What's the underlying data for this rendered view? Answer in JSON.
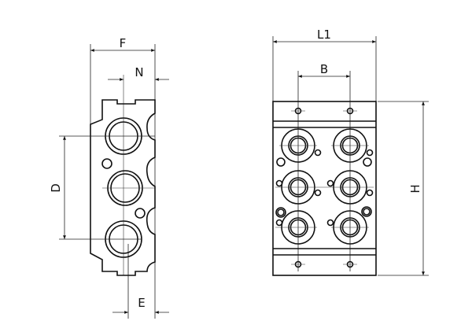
{
  "labels": {
    "F": "F",
    "N": "N",
    "D": "D",
    "E": "E",
    "L1": "L1",
    "B": "B",
    "H": "H"
  },
  "colors": {
    "line": "#111111",
    "background": "#ffffff"
  }
}
